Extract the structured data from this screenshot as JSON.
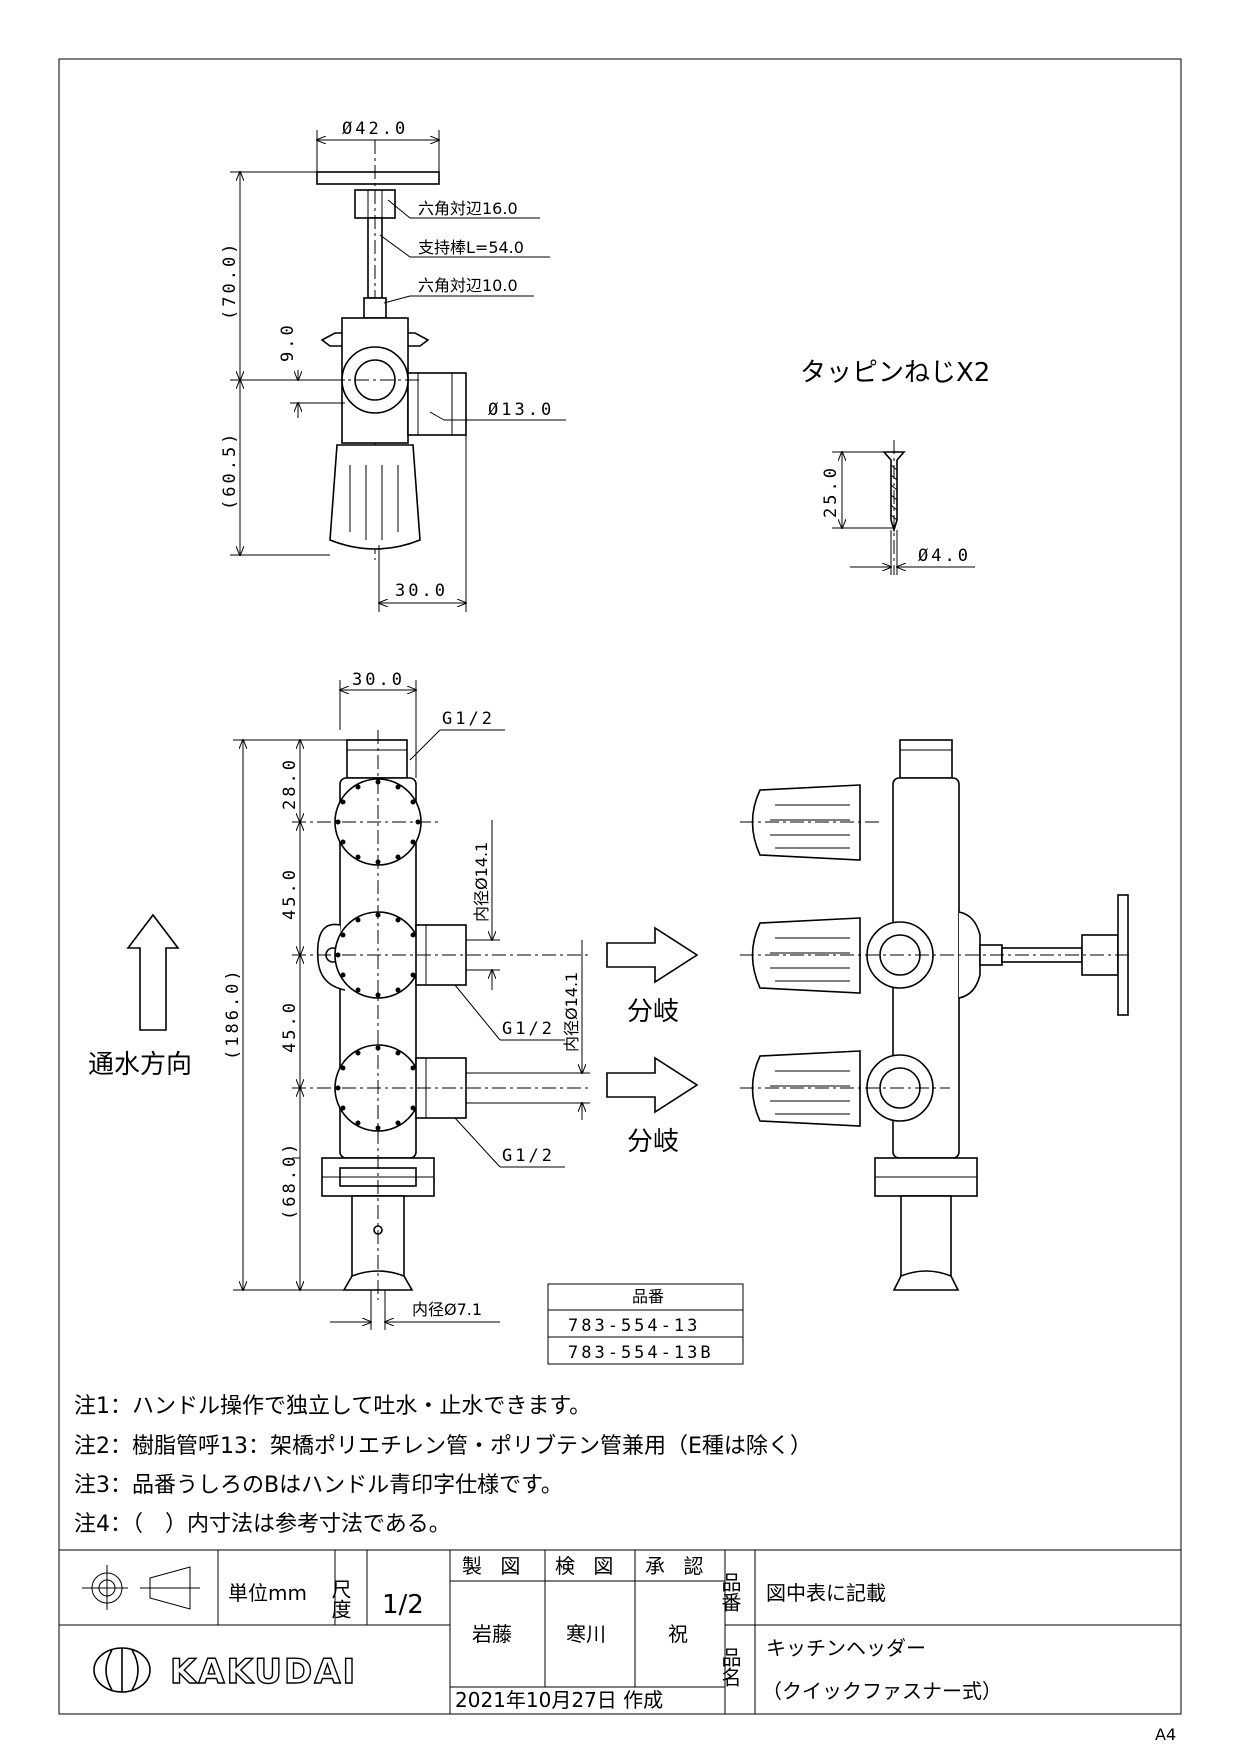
{
  "top_view": {
    "dim_width": "Ø42.0",
    "dim_hex_large": "六角対辺16.0",
    "dim_rod": "支持棒L=54.0",
    "dim_hex_small": "六角対辺10.0",
    "dim_height_top": "(70.0)",
    "dim_offset": "9.0",
    "dim_outlet": "Ø13.0",
    "dim_height_bottom": "(60.5)",
    "dim_depth": "30.0"
  },
  "screw": {
    "title": "タッピンねじX2",
    "dim_length": "25.0",
    "dim_diameter": "Ø4.0"
  },
  "front_view": {
    "dim_width": "30.0",
    "thread_top": "G1/2",
    "thread_mid": "G1/2",
    "thread_bottom": "G1/2",
    "dim_28": "28.0",
    "dim_45a": "45.0",
    "dim_45b": "45.0",
    "dim_68": "(68.0)",
    "dim_total": "(186.0)",
    "inner_diam_1": "内径Ø14.1",
    "inner_diam_2": "内径Ø14.1",
    "inner_diam_inlet": "内径Ø7.1",
    "flow_direction": "通水方向",
    "branch_1": "分岐",
    "branch_2": "分岐"
  },
  "part_table": {
    "header": "品番",
    "rows": [
      "783-554-13",
      "783-554-13B"
    ]
  },
  "notes": [
    "注1：ハンドル操作で独立して吐水・止水できます。",
    "注2：樹脂管呼13：架橋ポリエチレン管・ポリブテン管兼用（E種は除く）",
    "注3：品番うしろのBはハンドル青印字仕様です。",
    "注4：（　）内寸法は参考寸法である。"
  ],
  "title_block": {
    "unit": "単位mm",
    "scale_label": "尺度",
    "scale_value": "1/2",
    "drawn_label": "製 図",
    "checked_label": "検 図",
    "approved_label": "承 認",
    "drawn_name": "岩藤",
    "checked_name": "寒川",
    "approved_name": "祝",
    "number_label": "品番",
    "number_value": "図中表に記載",
    "name_label": "品名",
    "product_name_1": "キッチンヘッダー",
    "product_name_2": "（クイックファスナー式）",
    "date": "2021年10月27日 作成",
    "company": "KAKUDAI",
    "paper_size": "A4"
  }
}
